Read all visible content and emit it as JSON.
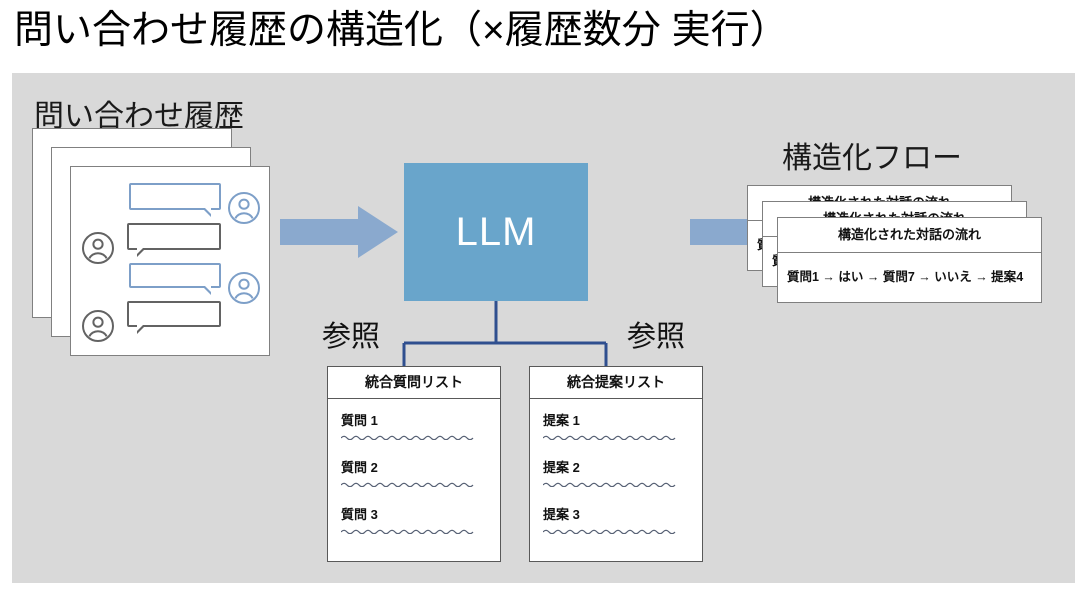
{
  "title": "問い合わせ履歴の構造化（×履歴数分 実行）",
  "panel": {
    "background_color": "#d9d9d9"
  },
  "history": {
    "caption": "問い合わせ履歴",
    "card_count": 3,
    "avatars": {
      "user_icon": "person-circle-icon",
      "agent_icon": "person-circle-icon"
    },
    "bubbles": [
      {
        "side": "right",
        "color": "#7d9fc8"
      },
      {
        "side": "left",
        "color": "#636363"
      },
      {
        "side": "right",
        "color": "#7d9fc8"
      },
      {
        "side": "left",
        "color": "#636363"
      }
    ]
  },
  "arrows": {
    "input_arrow": "right-block-arrow",
    "output_arrow": "right-block-arrow",
    "color": "#8aa9ce"
  },
  "llm": {
    "label": "LLM",
    "box_color": "#69a5cb",
    "text_color": "#ffffff"
  },
  "reference": {
    "label_left": "参照",
    "label_right": "参照",
    "connector_color": "#2f4f8f"
  },
  "lists": [
    {
      "id": "questions",
      "header": "統合質問リスト",
      "items": [
        "質問 1",
        "質問 2",
        "質問 3"
      ]
    },
    {
      "id": "proposals",
      "header": "統合提案リスト",
      "items": [
        "提案 1",
        "提案 2",
        "提案 3"
      ]
    }
  ],
  "flow": {
    "caption": "構造化フロー",
    "card_count": 3,
    "card_header": "構造化された対話の流れ",
    "card_body": "質問1 → はい → 質問7 → いいえ → 提案4"
  }
}
